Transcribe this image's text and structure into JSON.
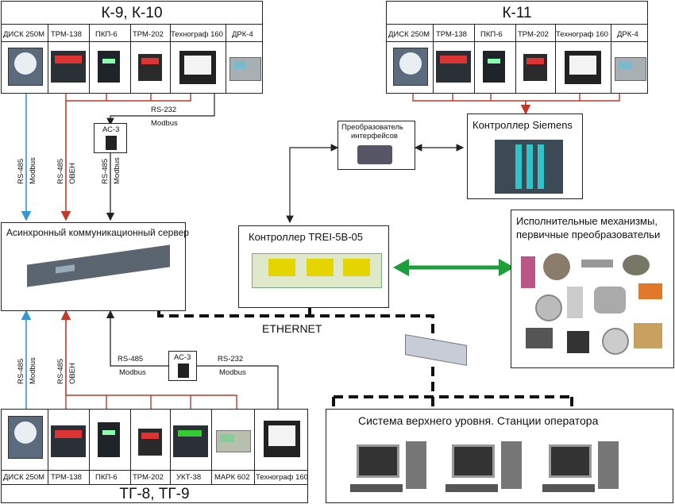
{
  "k910": {
    "title": "К-9, К-10",
    "devices": [
      "ДИСК 250М",
      "ТРМ-138",
      "ПКП-6",
      "ТРМ-202",
      "Технограф 160",
      "ДРК-4"
    ]
  },
  "k11": {
    "title": "К-11",
    "devices": [
      "ДИСК 250М",
      "ТРМ-138",
      "ПКП-6",
      "ТРМ-202",
      "Технограф 160",
      "ДРК-4"
    ]
  },
  "tg89": {
    "title": "ТГ-8, ТГ-9",
    "devices": [
      "ДИСК 250М",
      "ТРМ-138",
      "ПКП-6",
      "ТРМ-202",
      "УКТ-38",
      "МАРК 602",
      "Технограф 160"
    ]
  },
  "siemens": {
    "title": "Контроллер Siemens"
  },
  "converter": {
    "title_line1": "Преобразователь",
    "title_line2": "интерфейсов"
  },
  "server": {
    "title": "Асинхронный коммуникационный сервер"
  },
  "trei": {
    "title": "Контроллер TREI-5В-05"
  },
  "actuators": {
    "title_line1": "Исполнительные механизмы,",
    "title_line2": "первичные преобразовательи"
  },
  "operator": {
    "title": "Система верхнего уровня. Станции оператора"
  },
  "ethernet": "ETHERNET",
  "links": {
    "ac3": "АС-3",
    "rs232": "RS-232",
    "rs485": "RS-485",
    "modbus": "Modbus",
    "oven": "ОВЕН"
  },
  "colors": {
    "blue_line": "#3399cc",
    "red_line": "#c0392b",
    "black_line": "#222222",
    "green_arrow": "#1e9e3a"
  }
}
